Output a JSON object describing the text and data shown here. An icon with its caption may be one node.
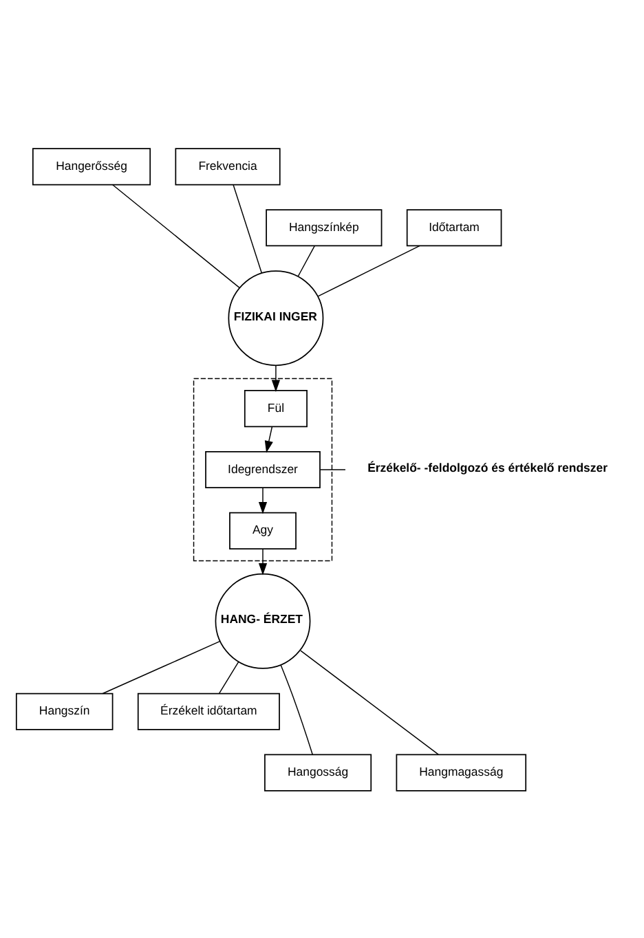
{
  "diagram": {
    "nodes": [
      {
        "text": [
          "Hangerősség"
        ]
      },
      {
        "text": [
          "Frekvencia"
        ]
      },
      {
        "text": [
          "Hangszínkép"
        ]
      },
      {
        "text": [
          "Időtartam"
        ]
      },
      {
        "text": [
          "FIZIKAI INGER"
        ]
      },
      {
        "text": [],
        "shape": "box"
      },
      {
        "text": [
          "Fül"
        ],
        "in": 5
      },
      {
        "text": [
          "Idegrendszer"
        ],
        "in": 5
      },
      {
        "text": [
          "Agy"
        ],
        "in": 5
      },
      {
        "text": [
          "Érzékelő- -feldolgozó és értékelő rendszer"
        ]
      },
      {
        "text": [
          "HANG- ÉRZET"
        ]
      },
      {
        "text": [
          "Hangszín"
        ]
      },
      {
        "text": [
          "Érzékelt időtartam"
        ]
      },
      {
        "text": [
          "Hangosság"
        ]
      },
      {
        "text": [
          "Hangmagasság"
        ]
      }
    ],
    "edges": [
      {
        "from": 0,
        "to": 4,
        "arrow": "none"
      },
      {
        "from": 1,
        "to": 4,
        "arrow": "none"
      },
      {
        "from": 2,
        "to": 4,
        "arrow": "none"
      },
      {
        "from": 3,
        "to": 4,
        "arrow": "none"
      },
      {
        "from": 4,
        "to": 6,
        "arrow": "to"
      },
      {
        "from": 6,
        "to": 7,
        "arrow": "to"
      },
      {
        "from": 7,
        "to": 8,
        "arrow": "to"
      },
      {
        "from": 8,
        "to": 10,
        "arrow": "to"
      },
      {
        "from": 9,
        "to": 5,
        "arrow": "none"
      },
      {
        "from": 10,
        "to": 11,
        "arrow": "none"
      },
      {
        "from": 10,
        "to": 12,
        "arrow": "none"
      },
      {
        "from": 10,
        "to": 13,
        "arrow": "none"
      },
      {
        "from": 10,
        "to": 14,
        "arrow": "none"
      }
    ]
  }
}
